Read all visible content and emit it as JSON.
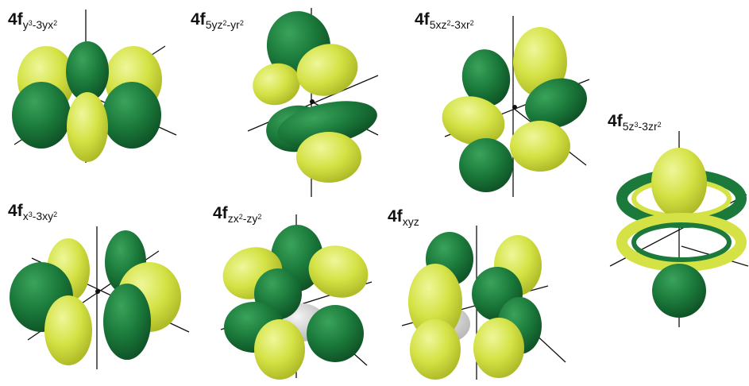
{
  "colors": {
    "positive_lobe": "#d4e245",
    "negative_lobe": "#1b7a3b",
    "axis": "#111111",
    "nodal_shadow": "#c8c8c8"
  },
  "orbitals": [
    {
      "id": "y3-3yx2",
      "prefix": "4f",
      "subscript_parts": [
        {
          "t": "y",
          "sup": ""
        },
        {
          "t": "",
          "sup": "3"
        },
        {
          "t": "-3yx",
          "sup": ""
        },
        {
          "t": "",
          "sup": "2"
        }
      ]
    },
    {
      "id": "5yz2-yr2",
      "prefix": "4f",
      "subscript_parts": [
        {
          "t": "5yz",
          "sup": ""
        },
        {
          "t": "",
          "sup": "2"
        },
        {
          "t": "-yr",
          "sup": ""
        },
        {
          "t": "",
          "sup": "2"
        }
      ]
    },
    {
      "id": "5xz2-3xr2",
      "prefix": "4f",
      "subscript_parts": [
        {
          "t": "5xz",
          "sup": ""
        },
        {
          "t": "",
          "sup": "2"
        },
        {
          "t": "-3xr",
          "sup": ""
        },
        {
          "t": "",
          "sup": "2"
        }
      ]
    },
    {
      "id": "5z3-3zr2",
      "prefix": "4f",
      "subscript_parts": [
        {
          "t": "5z",
          "sup": ""
        },
        {
          "t": "",
          "sup": "3"
        },
        {
          "t": "-3zr",
          "sup": ""
        },
        {
          "t": "",
          "sup": "2"
        }
      ]
    },
    {
      "id": "x3-3xy2",
      "prefix": "4f",
      "subscript_parts": [
        {
          "t": "x",
          "sup": ""
        },
        {
          "t": "",
          "sup": "3"
        },
        {
          "t": "-3xy",
          "sup": ""
        },
        {
          "t": "",
          "sup": "2"
        }
      ]
    },
    {
      "id": "zx2-zy2",
      "prefix": "4f",
      "subscript_parts": [
        {
          "t": "zx",
          "sup": ""
        },
        {
          "t": "",
          "sup": "2"
        },
        {
          "t": "-zy",
          "sup": ""
        },
        {
          "t": "",
          "sup": "2"
        }
      ]
    },
    {
      "id": "xyz",
      "prefix": "4f",
      "subscript_parts": [
        {
          "t": "xyz",
          "sup": ""
        }
      ]
    }
  ]
}
